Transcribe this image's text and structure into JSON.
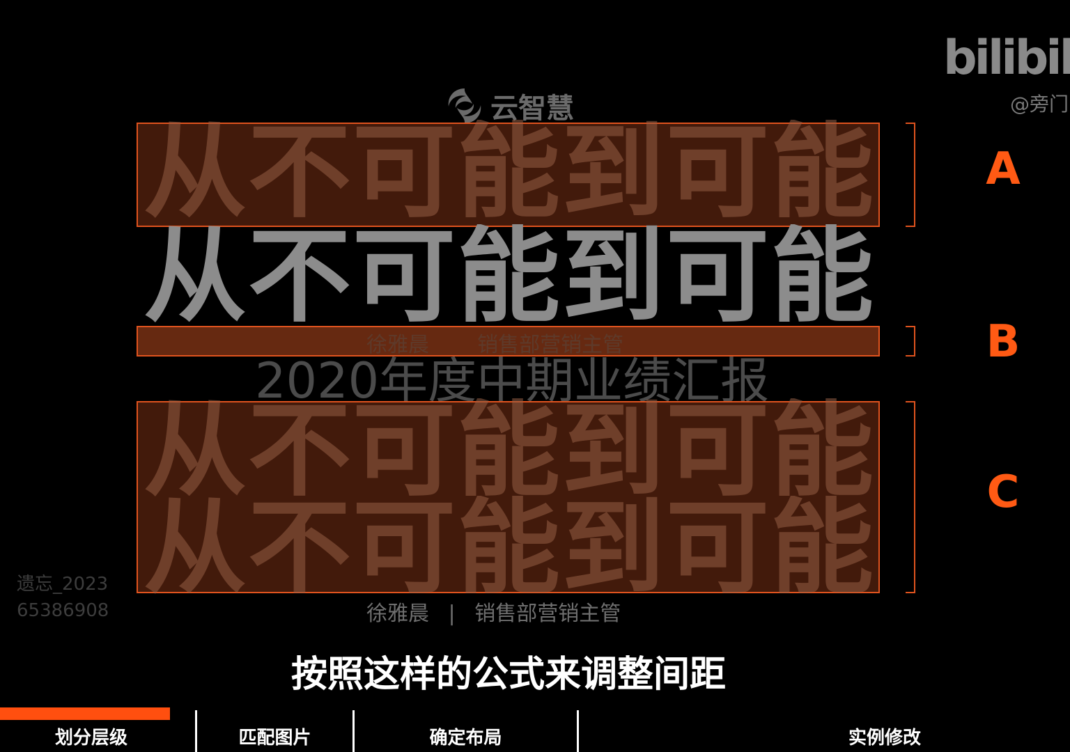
{
  "logo": {
    "text": "云智慧",
    "icon": "cloud-swirl-logo-icon"
  },
  "watermark_site": {
    "name": "bilibili",
    "handle": "@旁门"
  },
  "uploader_watermark": {
    "line1": "遗忘_2023",
    "line2": "65386908"
  },
  "slide": {
    "headline": "从不可能到可能",
    "byline_name": "徐雅晨",
    "byline_separator": "|",
    "byline_title": "销售部营销主管",
    "report_title": "2020年度中期业绩汇报"
  },
  "labels": {
    "a": "A",
    "b": "B",
    "c": "C"
  },
  "caption": "按照这样的公式来调整间距",
  "nav": {
    "items": [
      "划分层级",
      "匹配图片",
      "确定布局",
      "实例修改"
    ],
    "active_index": 0
  },
  "colors": {
    "accent": "#ff5a14",
    "band_border": "#e0531e",
    "background": "#000000"
  }
}
